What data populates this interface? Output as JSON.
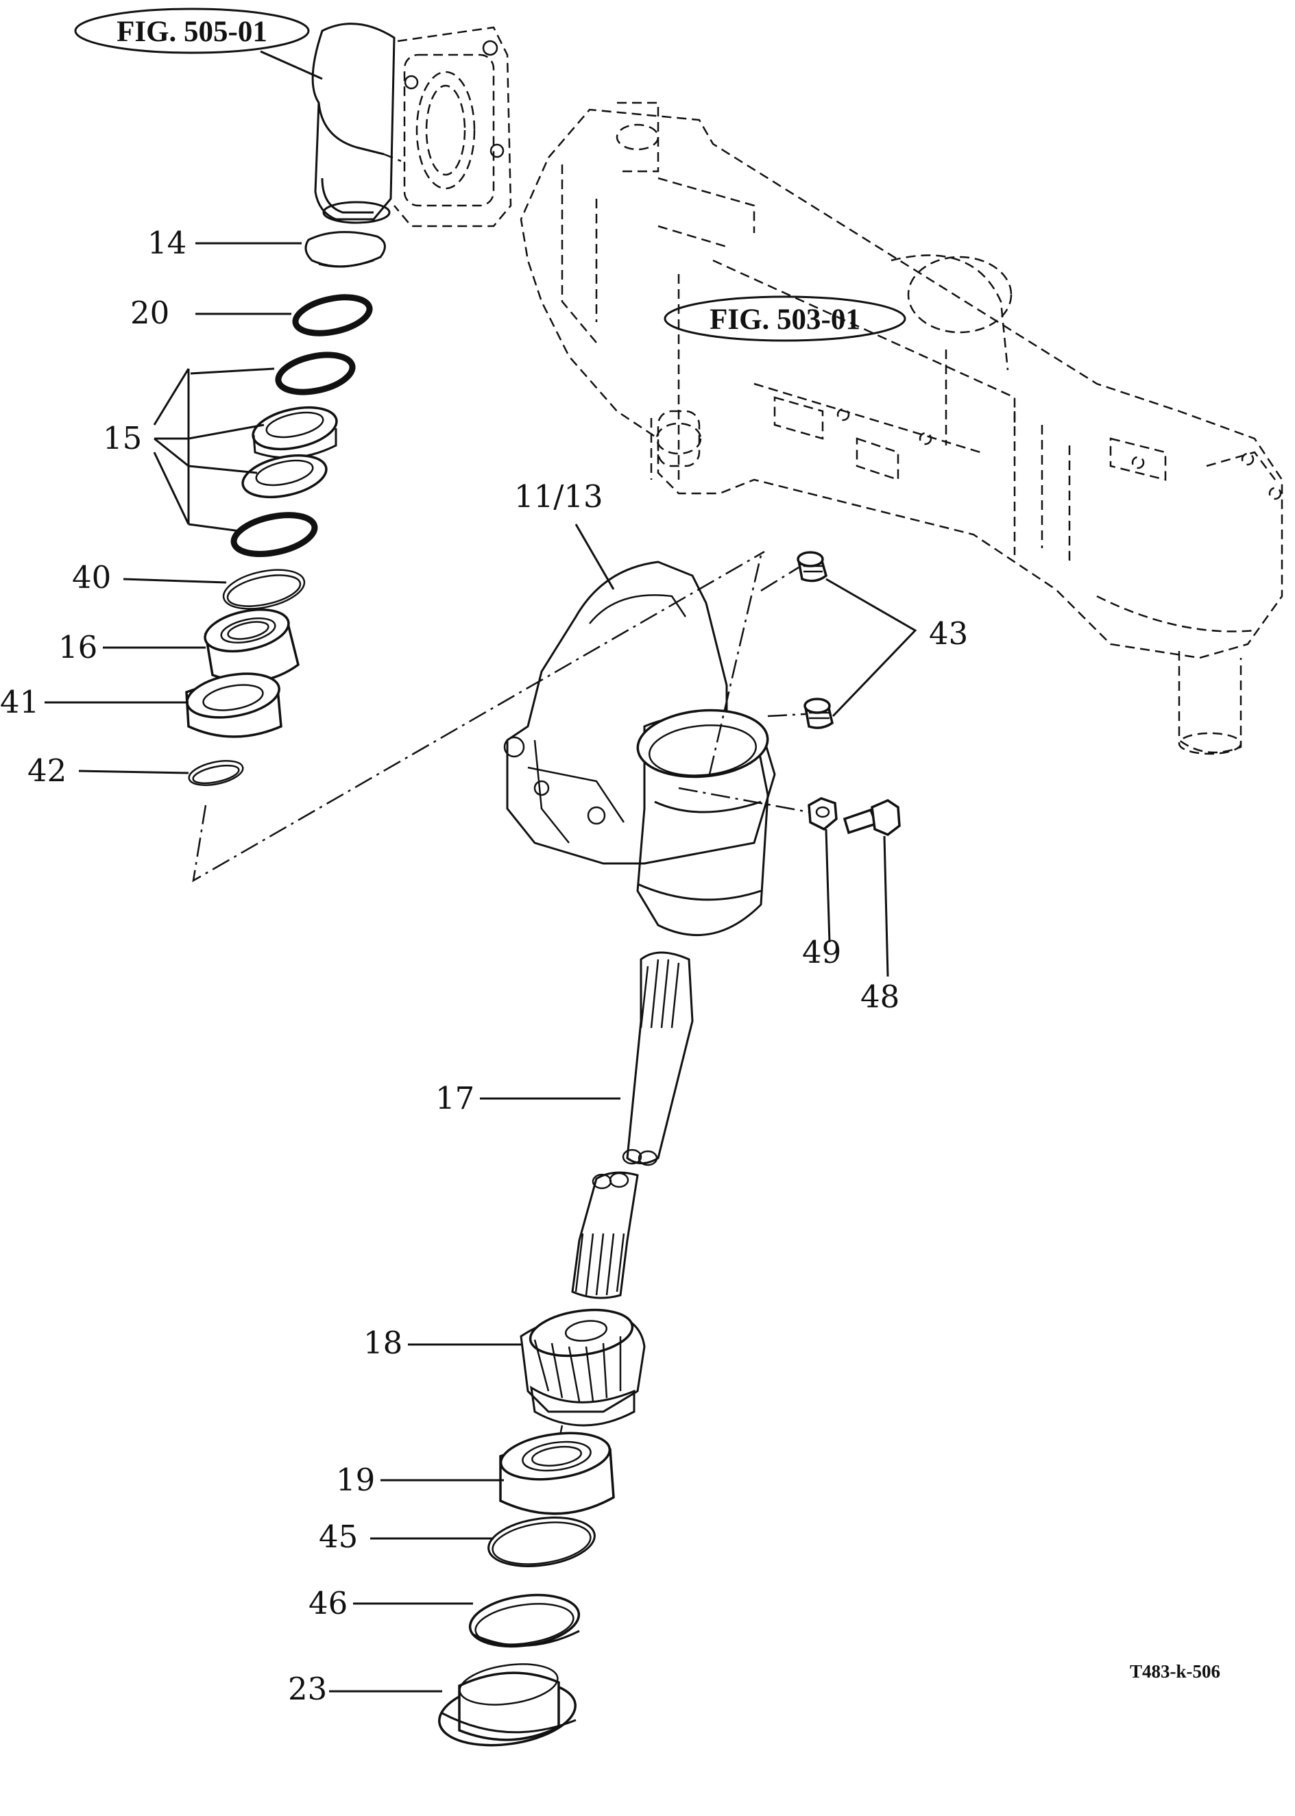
{
  "figure_refs": {
    "fig_505": "FIG. 505-01",
    "fig_503": "FIG. 503-01"
  },
  "drawing_ref": "T483-k-506",
  "callouts": {
    "p14": "14",
    "p20": "20",
    "p15": "15",
    "p40": "40",
    "p16": "16",
    "p41": "41",
    "p42": "42",
    "p11_13": "11/13",
    "p43": "43",
    "p49": "49",
    "p48": "48",
    "p17": "17",
    "p18": "18",
    "p19": "19",
    "p45": "45",
    "p46": "46",
    "p23": "23"
  }
}
